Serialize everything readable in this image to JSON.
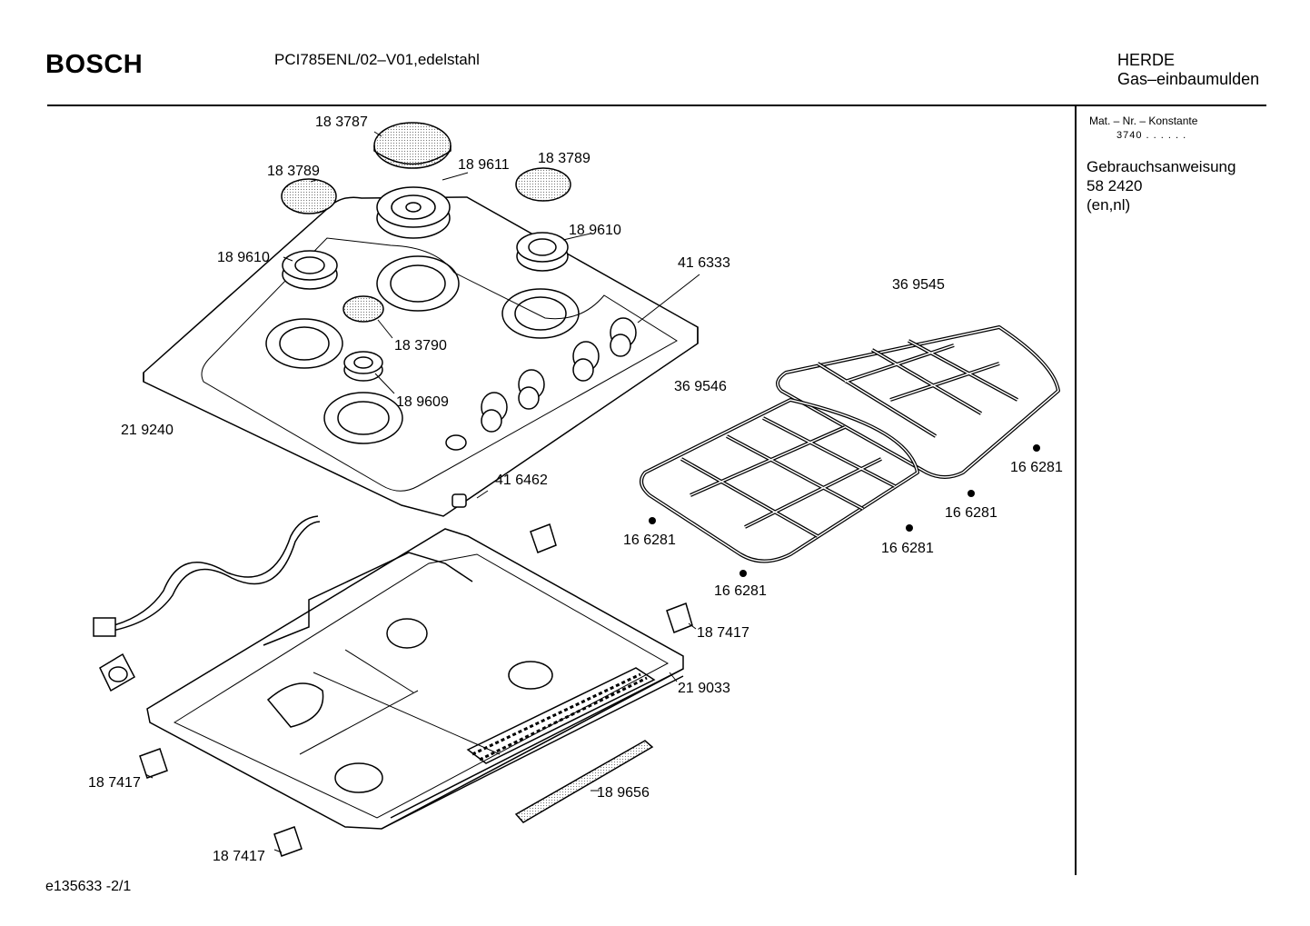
{
  "header": {
    "brand": "BOSCH",
    "model": "PCI785ENL/02–V01,edelstahl",
    "category_line1": "HERDE",
    "category_line2": "Gas–einbaumulden"
  },
  "sidebar": {
    "mat_label": "Mat. – Nr. – Konstante",
    "mat_value": "3740 . . . . . .",
    "doc_title": "Gebrauchsanweisung",
    "doc_number": "58 2420",
    "doc_languages": "(en,nl)"
  },
  "footer": {
    "ref": "e135633   -2/1"
  },
  "parts": {
    "cap_large": "18 3787",
    "cap_left": "18 3789",
    "cap_right": "18 3789",
    "burner_large": "18 9611",
    "burner_right": "18 9610",
    "burner_left": "18 9610",
    "cap_small": "18 3790",
    "burner_small": "18 9609",
    "knob": "41 6333",
    "hob_top": "21 9240",
    "button": "41 6462",
    "grate_right": "36 9545",
    "grate_left": "36 9546",
    "foot_1": "16 6281",
    "foot_2": "16 6281",
    "foot_3": "16 6281",
    "foot_4": "16 6281",
    "foot_5": "16 6281",
    "clip_right": "18 7417",
    "base_tray": "21 9033",
    "seal_strip": "18 9656",
    "clip_left": "18 7417",
    "clip_bottom": "18 7417"
  }
}
